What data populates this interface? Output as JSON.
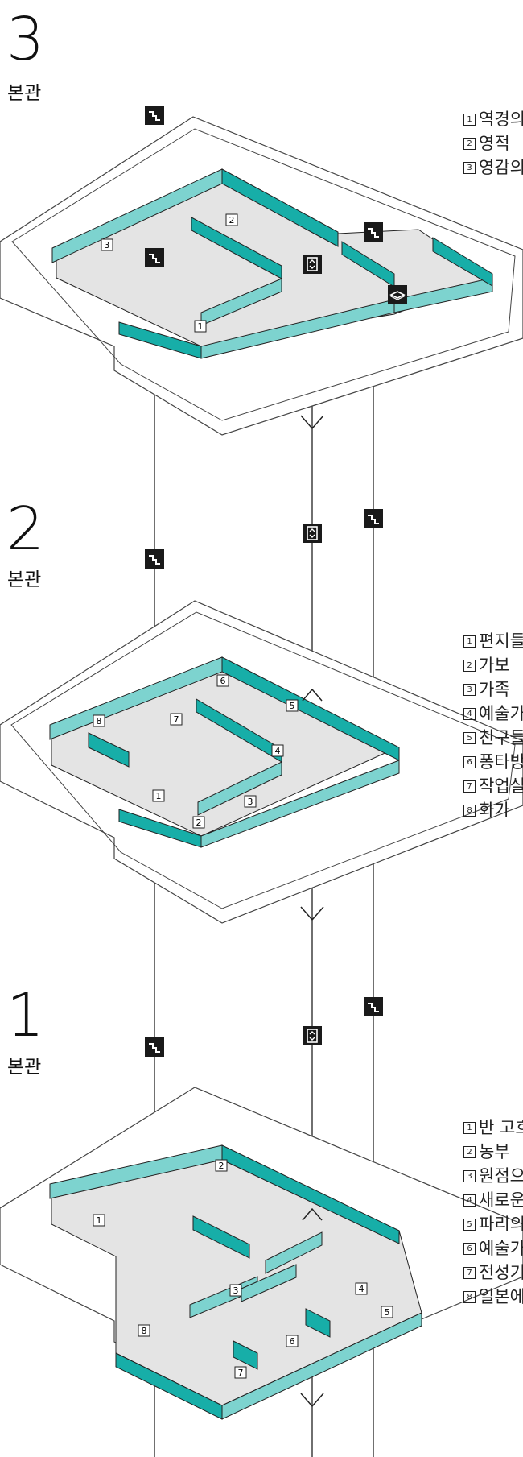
{
  "colors": {
    "wall_top": "#7dd3cf",
    "wall_side": "#17aea8",
    "floor": "#e4e4e4",
    "line": "#222222",
    "icon": "#1a1a1a"
  },
  "floors": [
    {
      "number": "3",
      "name": "본관",
      "rooms": [
        {
          "no": "1",
          "label": "역경의"
        },
        {
          "no": "2",
          "label": "영적"
        },
        {
          "no": "3",
          "label": "영감의"
        }
      ],
      "icons": [
        "stairs-icon",
        "elevator-icon",
        "cloakroom-icon"
      ]
    },
    {
      "number": "2",
      "name": "본관",
      "rooms": [
        {
          "no": "1",
          "label": "편지들"
        },
        {
          "no": "2",
          "label": "가보"
        },
        {
          "no": "3",
          "label": "가족"
        },
        {
          "no": "4",
          "label": "예술가"
        },
        {
          "no": "5",
          "label": "친구들"
        },
        {
          "no": "6",
          "label": "퐁타방"
        },
        {
          "no": "7",
          "label": "작업실"
        },
        {
          "no": "8",
          "label": "화가"
        }
      ],
      "icons": [
        "stairs-icon",
        "elevator-icon"
      ]
    },
    {
      "number": "1",
      "name": "본관",
      "rooms": [
        {
          "no": "1",
          "label": "반 고흐"
        },
        {
          "no": "2",
          "label": "농부"
        },
        {
          "no": "3",
          "label": "원점으"
        },
        {
          "no": "4",
          "label": "새로운"
        },
        {
          "no": "5",
          "label": "파리의"
        },
        {
          "no": "6",
          "label": "예술가"
        },
        {
          "no": "7",
          "label": "전성기"
        },
        {
          "no": "8",
          "label": "일본에"
        }
      ],
      "icons": [
        "stairs-icon",
        "elevator-icon"
      ]
    }
  ]
}
